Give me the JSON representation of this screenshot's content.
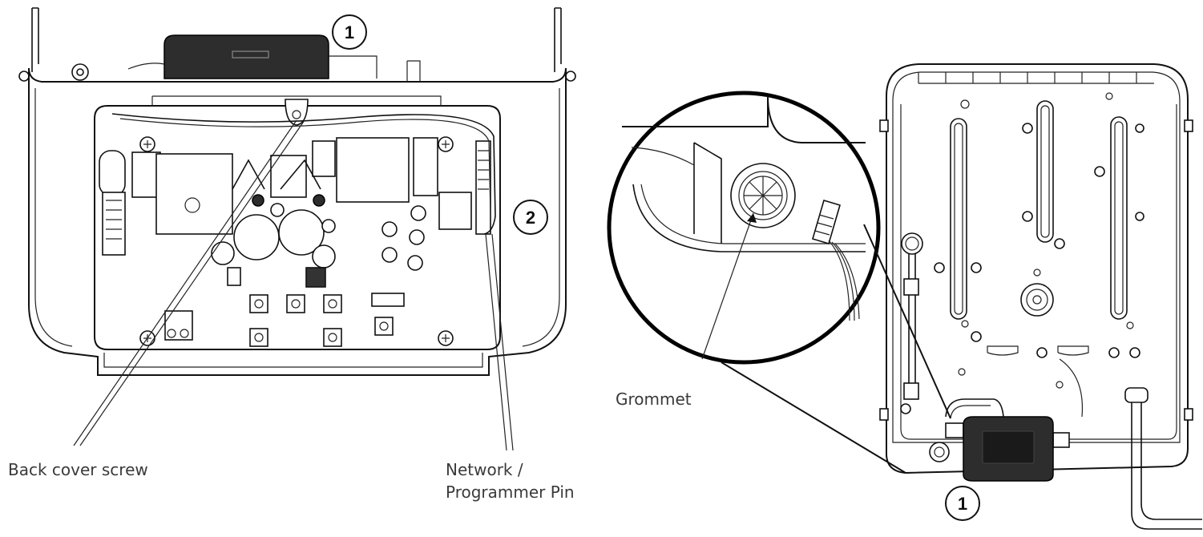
{
  "labels": {
    "back_cover_screw": "Back cover screw",
    "network_line1": "Network /",
    "network_line2": "Programmer Pin",
    "grommet": "Grommet"
  },
  "callouts": {
    "left_top": "1",
    "left_pin": "2",
    "right_bottom": "1"
  }
}
